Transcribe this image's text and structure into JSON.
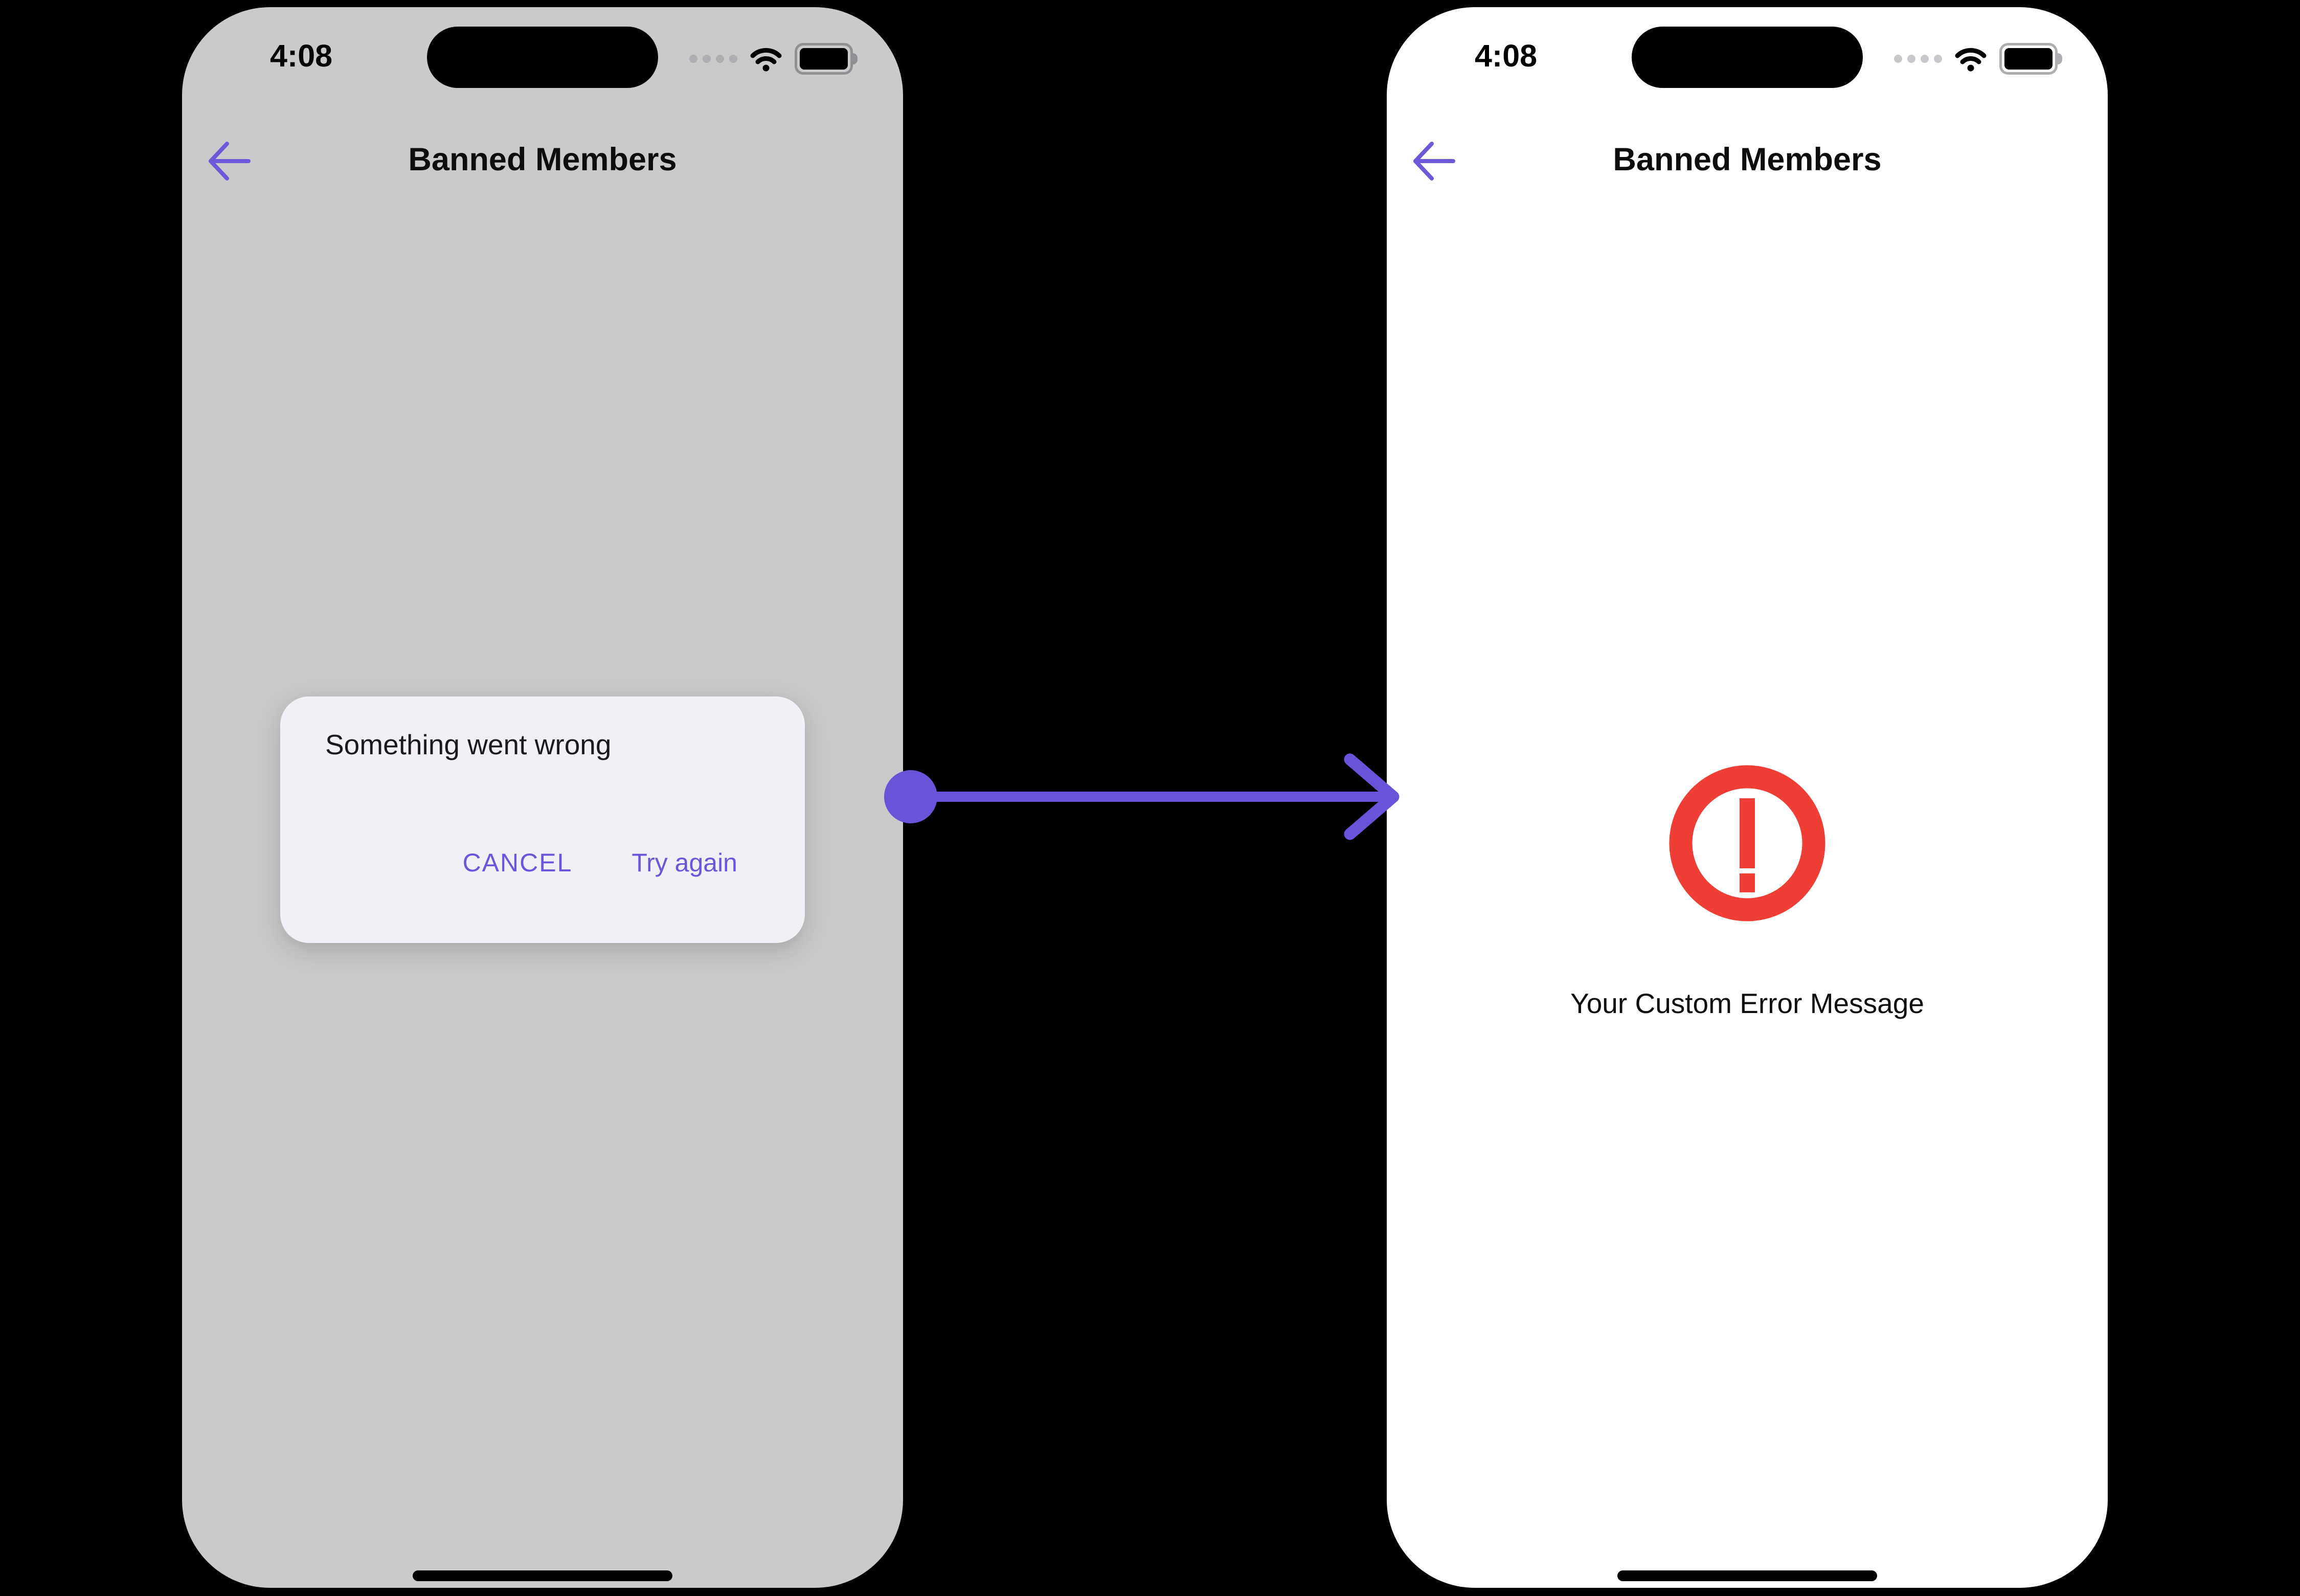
{
  "colors": {
    "canvas_background": "#000000",
    "accent_purple": "#6A55DC",
    "connector_purple": "#6854D8",
    "error_red": "#EE3E35",
    "left_screen_scrim": "#CACACA",
    "right_screen_background": "#FFFFFF",
    "dialog_background": "#F2EFF7"
  },
  "icons": {
    "back": "arrow-left-icon",
    "cellular": "cellular-dots-icon",
    "wifi": "wifi-icon",
    "battery": "battery-icon",
    "error": "alert-circle-icon",
    "transition": "arrow-right-icon",
    "home": "home-indicator"
  },
  "left_phone": {
    "status_bar": {
      "time": "4:08"
    },
    "header": {
      "title": "Banned Members"
    },
    "dialog": {
      "title": "Something went wrong",
      "cancel_label": "CANCEL",
      "try_again_label": "Try again"
    }
  },
  "right_phone": {
    "status_bar": {
      "time": "4:08"
    },
    "header": {
      "title": "Banned Members"
    },
    "error": {
      "message": "Your Custom Error Message"
    }
  }
}
